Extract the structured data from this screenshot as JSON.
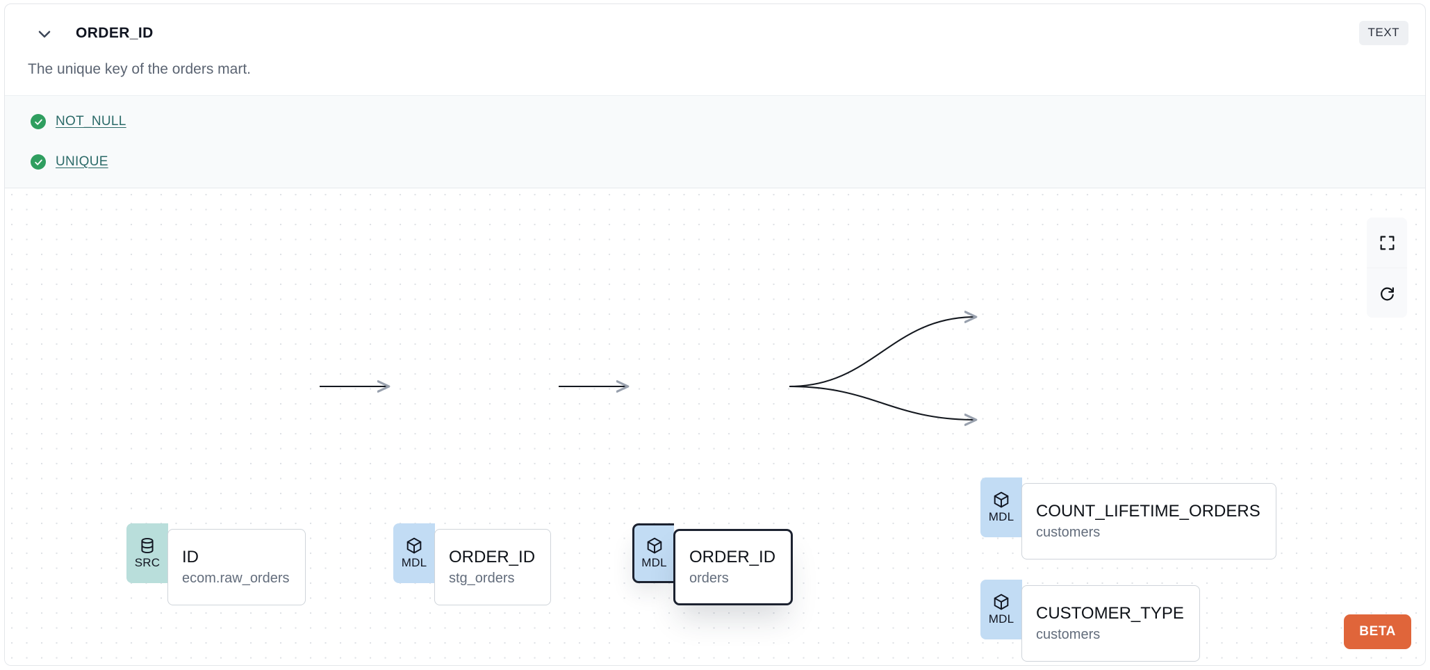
{
  "header": {
    "chevron_icon": "chevron-down-icon",
    "column_name": "ORDER_ID",
    "data_type": "TEXT",
    "description": "The unique key of the orders mart."
  },
  "tests": [
    {
      "status_icon": "check-circle-icon",
      "label": "NOT_NULL",
      "status": "pass"
    },
    {
      "status_icon": "check-circle-icon",
      "label": "UNIQUE",
      "status": "pass"
    }
  ],
  "lineage": {
    "nodes": [
      {
        "id": "src",
        "kind": "SRC",
        "kind_icon": "database-icon",
        "column": "ID",
        "table": "ecom.raw_orders",
        "selected": false
      },
      {
        "id": "stg",
        "kind": "MDL",
        "kind_icon": "cube-icon",
        "column": "ORDER_ID",
        "table": "stg_orders",
        "selected": false
      },
      {
        "id": "orders",
        "kind": "MDL",
        "kind_icon": "cube-icon",
        "column": "ORDER_ID",
        "table": "orders",
        "selected": true
      },
      {
        "id": "count",
        "kind": "MDL",
        "kind_icon": "cube-icon",
        "column": "COUNT_LIFETIME_ORDERS",
        "table": "customers",
        "selected": false
      },
      {
        "id": "custtype",
        "kind": "MDL",
        "kind_icon": "cube-icon",
        "column": "CUSTOMER_TYPE",
        "table": "customers",
        "selected": false
      }
    ],
    "edges": [
      {
        "from": "src",
        "to": "stg",
        "style": "straight"
      },
      {
        "from": "stg",
        "to": "orders",
        "style": "straight"
      },
      {
        "from": "orders",
        "to": "count",
        "style": "bezier"
      },
      {
        "from": "orders",
        "to": "custtype",
        "style": "bezier"
      }
    ]
  },
  "controls": [
    {
      "name": "fit-view",
      "icon": "fit-screen-icon"
    },
    {
      "name": "reset-layout",
      "icon": "refresh-icon"
    }
  ],
  "beta": {
    "label": "BETA"
  },
  "colors": {
    "src_badge": "#b9dedb",
    "mdl_badge": "#c2dcf4",
    "selected_border": "#1c2230",
    "test_pass": "#2f9e5f",
    "test_link": "#2b6a68",
    "beta": "#e0653a",
    "type_badge_bg": "#eef0f3",
    "tests_band_bg": "#f8fafb"
  }
}
